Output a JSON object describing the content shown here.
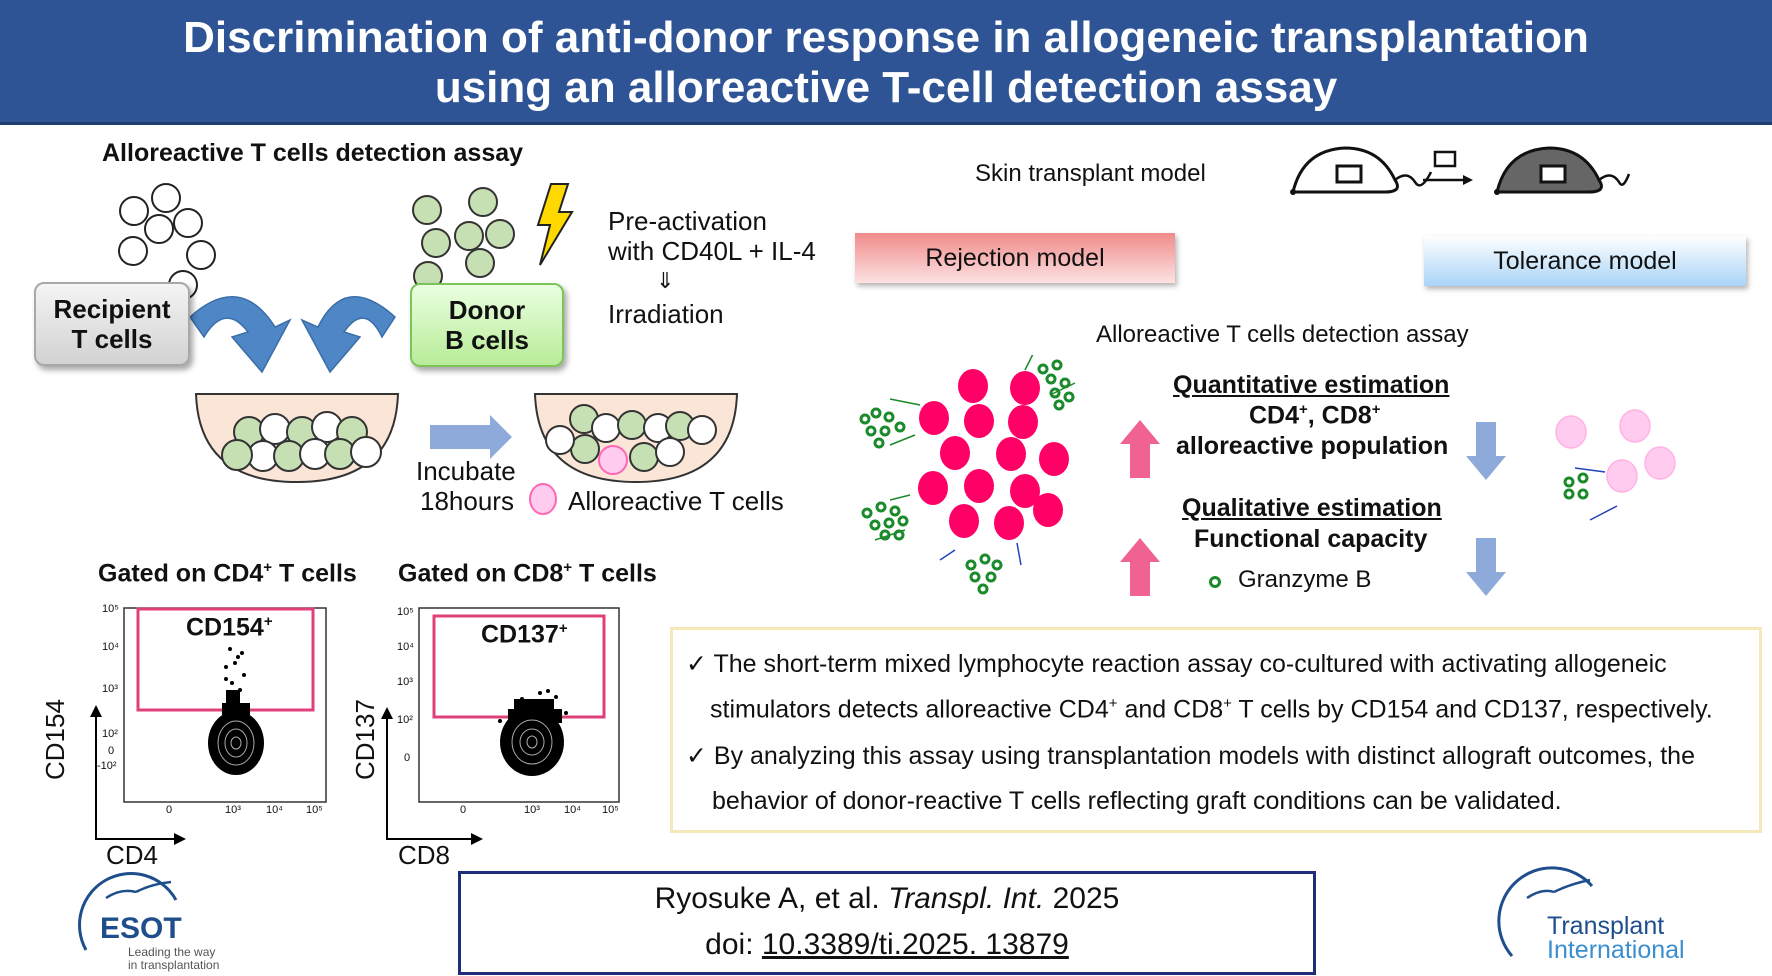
{
  "title": {
    "line1": "Discrimination of anti-donor response in allogeneic transplantation",
    "line2": "using an alloreactive T-cell detection assay"
  },
  "assay": {
    "heading": "Alloreactive T cells detection assay",
    "recipient_line1": "Recipient",
    "recipient_line2": "T cells",
    "donor_line1": "Donor",
    "donor_line2": "B cells",
    "preactivation_line1": "Pre-activation",
    "preactivation_line2": "with CD40L + IL-4",
    "arrow_symbol": "⇓",
    "irradiation": "Irradiation",
    "incubate_line1": "Incubate",
    "incubate_line2": "18hours",
    "legend_alloreactive": "Alloreactive T cells"
  },
  "flow": {
    "cd4_heading_pre": "Gated on CD4",
    "cd4_heading_sup": "+",
    "cd4_heading_post": " T cells",
    "cd8_heading_pre": "Gated on CD8",
    "cd8_heading_sup": "+",
    "cd8_heading_post": " T cells",
    "gate1_label": "CD154",
    "gate1_sup": "+",
    "gate2_label": "CD137",
    "gate2_sup": "+",
    "plot1_ylabel": "CD154",
    "plot1_xlabel": "CD4",
    "plot2_ylabel": "CD137",
    "plot2_xlabel": "CD8",
    "plot1_yticks": [
      "10⁵",
      "10⁴",
      "10³",
      "10²",
      "0",
      "-10²"
    ],
    "plot1_xticks": [
      "0",
      "10³",
      "10⁴",
      "10⁵"
    ],
    "plot2_yticks": [
      "10⁵",
      "10⁴",
      "10³",
      "10²",
      "0"
    ],
    "plot2_xticks": [
      "0",
      "10³",
      "10⁴",
      "10⁵"
    ]
  },
  "models": {
    "skin_model": "Skin transplant model",
    "rejection": "Rejection model",
    "tolerance": "Tolerance model",
    "assay_label": "Alloreactive T cells detection assay",
    "quant_title": "Quantitative estimation",
    "quant_line2_a": "CD4",
    "quant_line2_sup_a": "+",
    "quant_line2_b": ", CD8",
    "quant_line2_sup_b": "+",
    "quant_line3": "alloreactive population",
    "qual_title": "Qualitative estimation",
    "qual_line2": "Functional capacity",
    "granzyme": "Granzyme B"
  },
  "summary": {
    "check": "✓",
    "b1_l1": "The short-term mixed lymphocyte reaction assay co-cultured with activating allogeneic",
    "b1_l2_a": "stimulators detects alloreactive CD4",
    "b1_l2_sup1": "+",
    "b1_l2_b": " and CD8",
    "b1_l2_sup2": "+",
    "b1_l2_c": " T cells by CD154 and CD137, respectively.",
    "b2_l1": "By analyzing this assay using transplantation models with distinct allograft outcomes, the",
    "b2_l2": "behavior of donor-reactive T cells reflecting graft conditions can be validated."
  },
  "citation": {
    "authors": "Ryosuke A, et al. ",
    "journal": "Transpl. Int.",
    "year": " 2025",
    "doi_prefix": "doi: ",
    "doi_link": "10.3389/ti.2025.  13879"
  },
  "logos": {
    "esot_name": "ESOT",
    "esot_tag1": "Leading the way",
    "esot_tag2": "in transplantation",
    "ti_line1": "Transplant",
    "ti_line2": "International"
  },
  "colors": {
    "banner": "#2e5496",
    "donor_cell": "#c6e0b4",
    "alloreactive": "#ff0066",
    "alloreactive_light": "#ffccf0",
    "gate": "#e0407a",
    "granzyme": "#1a8a2a"
  }
}
